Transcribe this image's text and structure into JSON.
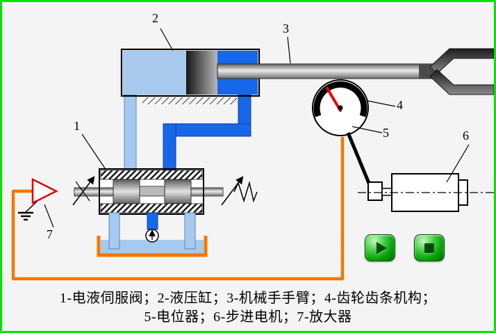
{
  "window": {
    "background": "#f4f4f4",
    "border_color": "#00e400"
  },
  "callouts": [
    "1",
    "2",
    "3",
    "4",
    "5",
    "6",
    "7"
  ],
  "caption": {
    "line1": "1-电液伺服阀；2-液压缸；3-机械手手臂；4-齿轮齿条机构；",
    "line2": "5-电位器；6-步进电机；7-放大器"
  },
  "icons": {
    "play": "▶",
    "stop": "■",
    "pump_arrow": "↑",
    "ground": "⏚"
  },
  "colors": {
    "pipe_light_blue": "#a6c9ef",
    "pipe_dark_blue": "#1668e8",
    "feedback_wire_orange": "#f07800",
    "amplifier_red": "#e00000",
    "needle_red": "#e80000",
    "button_green": "#00a000",
    "metal_gray": "#9a9a9a"
  }
}
